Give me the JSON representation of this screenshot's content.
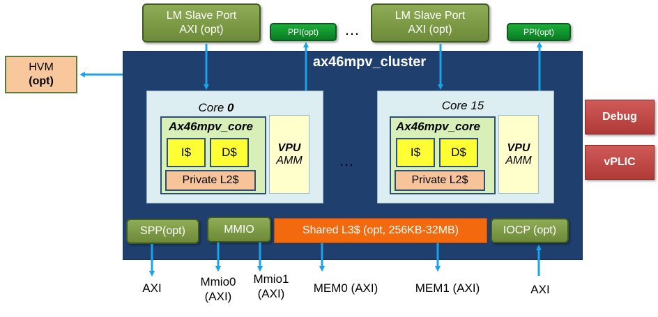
{
  "diagram": {
    "cluster_title": "ax46mpv_cluster",
    "lm_slave_ports": [
      {
        "line1": "LM Slave Port",
        "line2": "AXI (opt)"
      },
      {
        "line1": "LM Slave Port",
        "line2": "AXI (opt)"
      }
    ],
    "ppi_label": "PPI(opt)",
    "top_ellipsis": "…",
    "mid_ellipsis": "…",
    "hvm": {
      "line1": "HVM",
      "line2": "(opt)"
    },
    "cores": [
      {
        "title_prefix": "Core ",
        "title_num": "0",
        "core_name": "Ax46mpv_core",
        "icache": "I$",
        "dcache": "D$",
        "l2": "Private L2$",
        "vpu": "VPU",
        "amm": "AMM"
      },
      {
        "title_prefix": "Core ",
        "title_num": "15",
        "core_name": "Ax46mpv_core",
        "icache": "I$",
        "dcache": "D$",
        "l2": "Private L2$",
        "vpu": "VPU",
        "amm": "AMM"
      }
    ],
    "debug": "Debug",
    "vplic": "vPLIC",
    "spp": "SPP(opt)",
    "mmio": "MMIO",
    "shared_l3": "Shared L3$  (opt, 256KB-32MB)",
    "iocp": "IOCP (opt)",
    "bottom_labels": {
      "axi_left": "AXI",
      "mmio0_l1": "Mmio0",
      "mmio0_l2": "(AXI)",
      "mmio1_l1": "Mmio1",
      "mmio1_l2": "(AXI)",
      "mem0": "MEM0 (AXI)",
      "mem1": "MEM1 (AXI)",
      "axi_right": "AXI"
    },
    "colors": {
      "cluster": "#1f3f6e",
      "green_block": "#7a9a44",
      "ppi": "#14952f",
      "shared_l3": "#f26a0d",
      "red_block": "#c04a48",
      "hvm": "#f8c89c",
      "arrow": "#1aa3e8"
    }
  }
}
